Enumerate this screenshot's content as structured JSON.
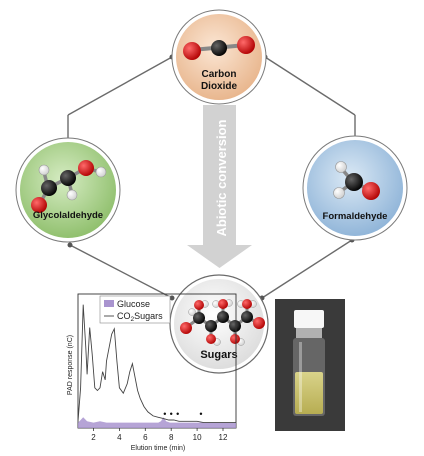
{
  "nodes": {
    "carbon_dioxide": {
      "line1": "Carbon",
      "line2": "Dioxide"
    },
    "glycolaldehyde": {
      "label": "Glycolaldehyde"
    },
    "formaldehyde": {
      "label": "Formaldehyde"
    },
    "sugars": {
      "label": "Sugars"
    }
  },
  "arrow": {
    "label": "Abiotic conversion"
  },
  "chart_data": {
    "type": "line",
    "xlabel": "Elution time (min)",
    "ylabel": "PAD response (nC)",
    "xlim": [
      0.8,
      13
    ],
    "xticks": [
      "2",
      "4",
      "6",
      "8",
      "10",
      "12"
    ],
    "legend": {
      "placement": "top-right",
      "entries": [
        "Glucose",
        "CO2Sugars"
      ]
    },
    "series": [
      {
        "name": "CO2Sugars",
        "x": [
          0.8,
          1.0,
          1.2,
          1.4,
          1.5,
          1.7,
          1.9,
          2.1,
          2.3,
          2.5,
          2.7,
          2.9,
          3.0,
          3.1,
          3.2,
          3.4,
          3.6,
          3.8,
          4.0,
          4.3,
          4.6,
          4.8,
          5.0,
          5.2,
          5.4,
          5.6,
          5.9,
          6.2,
          6.6,
          7.0,
          7.4,
          7.8,
          8.2,
          8.6,
          9.0,
          9.5,
          10.0,
          10.5,
          11.0,
          12.0,
          13.0
        ],
        "y": [
          0.05,
          0.3,
          0.92,
          0.6,
          0.4,
          0.75,
          0.55,
          0.3,
          0.28,
          0.3,
          0.42,
          0.36,
          0.5,
          0.55,
          0.6,
          0.7,
          0.74,
          0.5,
          0.3,
          0.26,
          0.33,
          0.42,
          0.48,
          0.38,
          0.28,
          0.22,
          0.16,
          0.12,
          0.09,
          0.08,
          0.07,
          0.06,
          0.06,
          0.05,
          0.05,
          0.05,
          0.05,
          0.04,
          0.04,
          0.04,
          0.04
        ]
      },
      {
        "name": "Glucose",
        "x": [
          0.8,
          1.0,
          1.2,
          1.5,
          2.0,
          2.5,
          3.0,
          4.0,
          5.0,
          6.0,
          7.0,
          7.2,
          7.4,
          7.6,
          7.9,
          8.2,
          9.0,
          10.0,
          11.0,
          12.0,
          13.0
        ],
        "y": [
          0.04,
          0.06,
          0.08,
          0.05,
          0.04,
          0.05,
          0.04,
          0.04,
          0.04,
          0.04,
          0.04,
          0.05,
          0.08,
          0.05,
          0.04,
          0.04,
          0.04,
          0.04,
          0.04,
          0.04,
          0.04
        ]
      }
    ],
    "markers": {
      "symbol": "•",
      "x": [
        7.5,
        8.0,
        8.5,
        10.3
      ]
    }
  },
  "colors": {
    "arrow": "#cfcfcf",
    "co2_bg": "#f1c7a4",
    "glyco_bg": "#a9d18e",
    "formal_bg": "#a8c8e4",
    "sugar_bg": "#eeeeee",
    "carbon": "#111111",
    "oxygen": "#d01010",
    "hydrogen": "#ffffff",
    "glucose_fill": "#a994cf"
  }
}
